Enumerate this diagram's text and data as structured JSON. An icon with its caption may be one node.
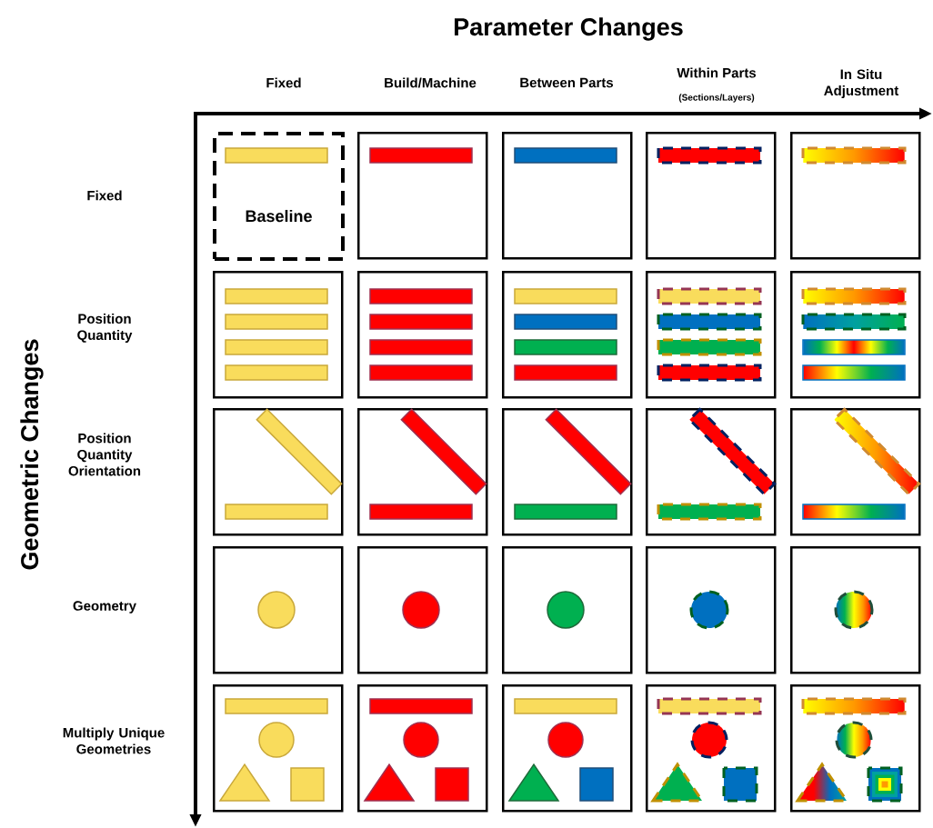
{
  "diagram": {
    "nodes": [
      {
        "text": [
          "Baseline"
        ]
      },
      {
        "text": [],
        "shape": "box"
      },
      {
        "text": [],
        "shape": "box"
      },
      {
        "text": [],
        "shape": "box"
      },
      {
        "text": [],
        "shape": "box"
      },
      {
        "text": [],
        "shape": "box"
      },
      {
        "text": [],
        "shape": "box"
      },
      {
        "text": [],
        "shape": "box"
      },
      {
        "text": [],
        "shape": "box"
      },
      {
        "text": [],
        "shape": "box"
      },
      {
        "text": [],
        "shape": "box"
      },
      {
        "text": [],
        "shape": "box"
      },
      {
        "text": [],
        "shape": "box"
      },
      {
        "text": [],
        "shape": "box"
      },
      {
        "text": [],
        "shape": "box"
      },
      {
        "text": [],
        "shape": "box"
      },
      {
        "text": [],
        "shape": "box"
      },
      {
        "text": [],
        "shape": "box"
      },
      {
        "text": [],
        "shape": "box"
      },
      {
        "text": [],
        "shape": "box"
      },
      {
        "text": [],
        "shape": "box"
      },
      {
        "text": [],
        "shape": "box"
      },
      {
        "text": [],
        "shape": "box"
      },
      {
        "text": [],
        "shape": "box"
      },
      {
        "text": [],
        "shape": "box"
      }
    ],
    "labels": [
      "Parameter Changes",
      "Fixed",
      "Build/Machine",
      "Between Parts",
      "Within Parts",
      "(Sections/Layers)",
      "In Situ Adjustment",
      "Geometric Changes",
      "Fixed",
      "Position Quantity",
      "Position Quantity Orientation",
      "Geometry",
      "Multiply Unique Geometries"
    ]
  }
}
